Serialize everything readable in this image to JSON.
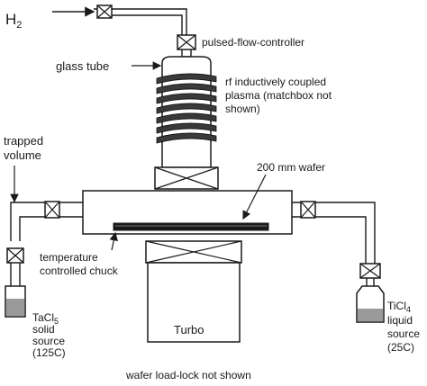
{
  "labels": {
    "h2_main": "H",
    "h2_sub": "2",
    "pulsed_flow_controller": "pulsed-flow-controller",
    "glass_tube": "glass tube",
    "rf_line1": "rf inductively coupled",
    "rf_line2": "plasma (matchbox not",
    "rf_line3": "shown)",
    "trapped_line1": "trapped",
    "trapped_line2": "volume",
    "wafer": "200 mm wafer",
    "chuck_line1": "temperature",
    "chuck_line2": "controlled chuck",
    "turbo": "Turbo",
    "tacl_main": "TaCl",
    "tacl_sub": "5",
    "tacl_line2": "solid",
    "tacl_line3": "source",
    "tacl_line4": "(125C)",
    "ticl_main": "TiCl",
    "ticl_sub": "4",
    "ticl_line2": "liquid",
    "ticl_line3": "source",
    "ticl_line4": "(25C)",
    "footer": "wafer load-lock not shown"
  },
  "colors": {
    "ink": "#1a1a1a",
    "coil": "#3a3a3a",
    "source_fill": "#9a9a9a"
  }
}
